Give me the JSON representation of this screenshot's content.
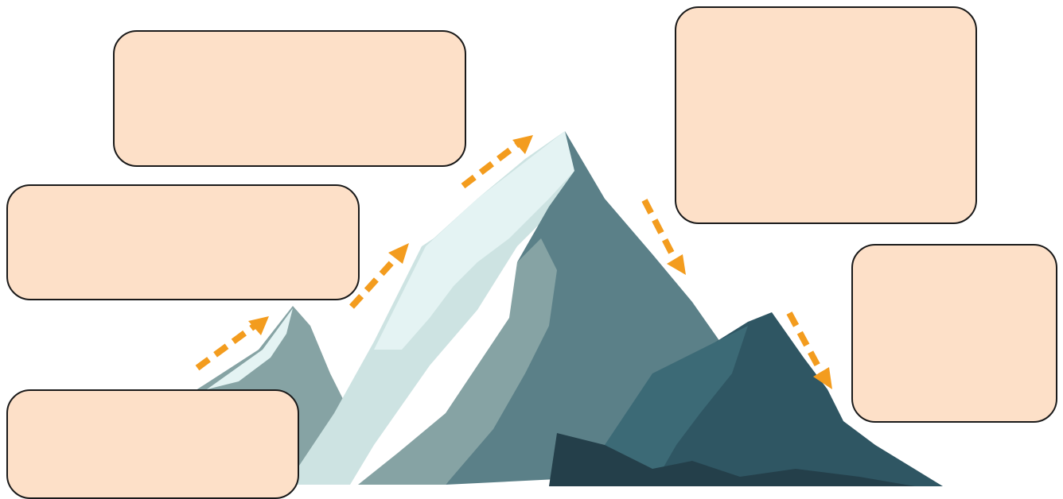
{
  "colors": {
    "box_fill": "#fde0c8",
    "box_border": "#1a1a1a",
    "arrow": "#f39c1e",
    "snow_light": "#e4f3f3",
    "snow_mid": "#cde3e2",
    "rock_gray": "#86a3a4",
    "rock_teal": "#5b8088",
    "rock_dark": "#2f5663",
    "rock_darkest": "#243f4a"
  },
  "icons": [
    "mountain-illustration",
    "dashed-arrow-icon"
  ],
  "boxes": [
    {
      "id": "step-1",
      "text": ""
    },
    {
      "id": "step-2",
      "text": ""
    },
    {
      "id": "step-3",
      "text": ""
    },
    {
      "id": "step-4",
      "text": ""
    },
    {
      "id": "step-5",
      "text": ""
    }
  ]
}
